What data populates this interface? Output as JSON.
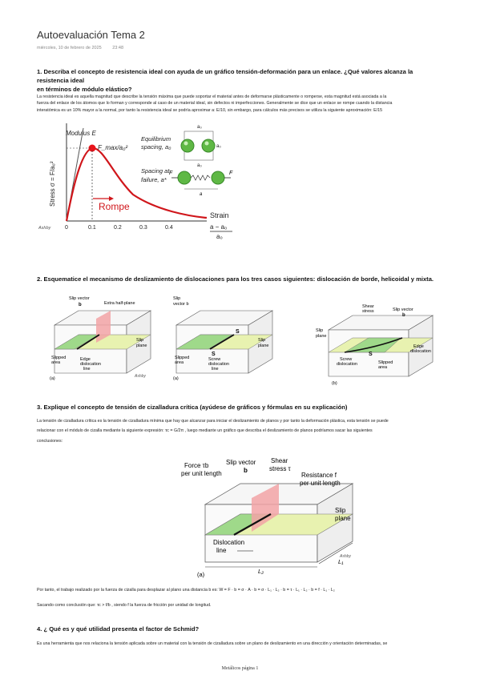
{
  "page": {
    "title": "Autoevaluación Tema 2",
    "date": "miércoles, 10 de febrero de 2025",
    "time": "23:48",
    "footer": "Metálicos página 1"
  },
  "q1": {
    "heading_line1": "1. Describa el concepto de resistencia ideal con ayuda de un gráfico tensión-deformación para un enlace. ¿Qué valores alcanza la resistencia ideal",
    "heading_line2": "en términos de módulo elástico?",
    "para_line1": "La resistencia ideal es aquella magnitud que describe la tensión máxima que puede soportar el material antes de deformarse plásticamente o romperse, esta magnitud está asociada a la",
    "para_line2": "fuerza del enlace de los átomos que lo forman y corresponde al caso de un material ideal, sin defectos ni imperfecciones. Generalmente se dice que un enlace se rompe cuando la distancia",
    "para_line3": "interatómica es un 10% mayor a la normal, por tanto la resistencia ideal se podría aproximar a: E/10, sin embargo, para cálculos más precisos se utiliza la siguiente aproximación: E/15",
    "figure": {
      "ylabel": "Stress σ = F/a₀²",
      "modulus_label": "Modulus E",
      "fmax_label": "F_max/a₀²",
      "rompe_label": "Rompe",
      "equilibrium_label_1": "Equilibrium",
      "equilibrium_label_2": "spacing, a₀",
      "failure_label_1": "Spacing at",
      "failure_label_2": "failure, a*",
      "strain_label": "Strain",
      "strain_formula_top": "a − a₀",
      "strain_formula_bottom": "a₀",
      "a0_label": "a₀",
      "a_label": "a",
      "f_label": "F",
      "ashby": "Ashby",
      "ticks": [
        "0",
        "0.1",
        "0.2",
        "0.3",
        "0.4"
      ]
    }
  },
  "q2": {
    "heading": "2. Esquematice el mecanismo de deslizamiento de dislocaciones para los tres casos siguientes: dislocación de borde, helicoidal y mixta.",
    "fig_a": {
      "slip_vector": "Slip vector",
      "b": "b",
      "extra_half_plane": "Extra half-plane",
      "slip_plane_1": "Slip",
      "slip_plane_2": "plane",
      "slipped_area_1": "Slipped",
      "slipped_area_2": "area",
      "edge_1": "Edge",
      "edge_2": "dislocation",
      "edge_3": "line",
      "label": "(a)",
      "ashby": "Ashby"
    },
    "fig_b": {
      "slip_vector_1": "Slip",
      "slip_vector_2": "vector b",
      "s1": "S",
      "s2": "S",
      "slip_plane_1": "Slip",
      "slip_plane_2": "plane",
      "slipped_area_1": "Slipped",
      "slipped_area_2": "area",
      "screw_1": "Screw",
      "screw_2": "dislocation",
      "screw_3": "line",
      "label": "(a)"
    },
    "fig_c": {
      "shear_1": "Shear",
      "shear_2": "stress",
      "slip_vector": "Slip vector",
      "b": "b",
      "slip_1": "Slip",
      "slip_2": "plane",
      "screw_1": "Screw",
      "screw_2": "dislocation",
      "s": "S",
      "slipped_1": "Slipped",
      "slipped_2": "area",
      "edge_1": "Edge",
      "edge_2": "dislocation",
      "label": "(b)"
    }
  },
  "q3": {
    "heading": "3. Explique el concepto de tensión de cizalladura crítica (ayúdese de gráficos y fórmulas en su explicación)",
    "para_line1": "La tensión de cizalladura crítica es la tensión de cizalladura mínima que hay que alcanzar para iniciar el deslizamiento de planos y por tanto la deformación plástica, esta tensión se puede",
    "para_line2": "relacionar con el módulo de cizalla mediante la siguiente expresión: τc = G/2π , luego mediante un gráfico que describa el deslizamiento de planos podríamos sacar las siguientes",
    "para_line3": "conclusiones:",
    "figure": {
      "force_1": "Force τb",
      "force_2": "per unit length",
      "slip_vector": "Slip vector",
      "b": "b",
      "shear_1": "Shear",
      "shear_2": "stress τ",
      "resistance_1": "Resistance f",
      "resistance_2": "per unit length",
      "slip_1": "Slip",
      "slip_2": "plane",
      "dislocation_1": "Dislocation",
      "dislocation_2": "line",
      "l1": "L₁",
      "l2": "L₂",
      "label": "(a)",
      "ashby": "Ashby"
    },
    "work_text": "Por tanto, el trabajo realizado por la fuerza de cizalla para desplazar al plano una distancia b es: W = F · b = σ · A · b = σ · L₁ · L₂ · b = τ · L₁ · L₂ · b = f · L₁ · L₂",
    "conclusion_text": "Sacando como conclusión que: τc > f/b , siendo f la fuerza de fricción por unidad de longitud."
  },
  "q4": {
    "heading": "4. ¿ Qué es y qué utilidad presenta el factor de Schmid?",
    "para_line1": "Es una herramienta que nos relaciona la tensión aplicada sobre un material con la tensión de cizalladura sobre un plano de deslizamiento en una dirección y orientación determinadas, se"
  },
  "colors": {
    "curve_red": "#d0161b",
    "green_plane": "#9fd98a",
    "yellow_plane": "#e8f2b0",
    "pink_plane": "#f2a3a6",
    "atom_green": "#5fb845"
  }
}
